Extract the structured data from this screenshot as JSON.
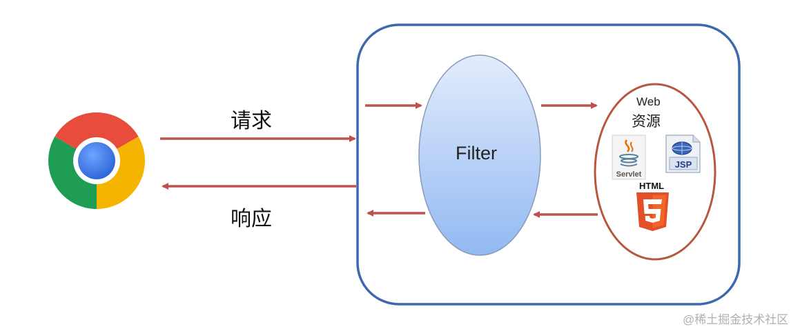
{
  "labels": {
    "request": "请求",
    "response": "响应",
    "filter": "Filter",
    "web_line1": "Web",
    "web_line2": "资源",
    "html_logo_text": "HTML",
    "servlet_icon_text": "Servlet",
    "jsp_icon_text": "JSP",
    "watermark": "@稀土掘金技术社区"
  },
  "icons": {
    "browser": "chrome-browser-icon",
    "servlet": "java-servlet-icon",
    "jsp": "jsp-icon",
    "html5": "html5-icon"
  },
  "colors": {
    "container_border": "#3d68ad",
    "arrow": "#c0504d",
    "resource_border": "#b8573f",
    "filter_top": "#dfe9fb",
    "filter_bottom": "#94bbf2",
    "filter_border": "#8799b8"
  }
}
